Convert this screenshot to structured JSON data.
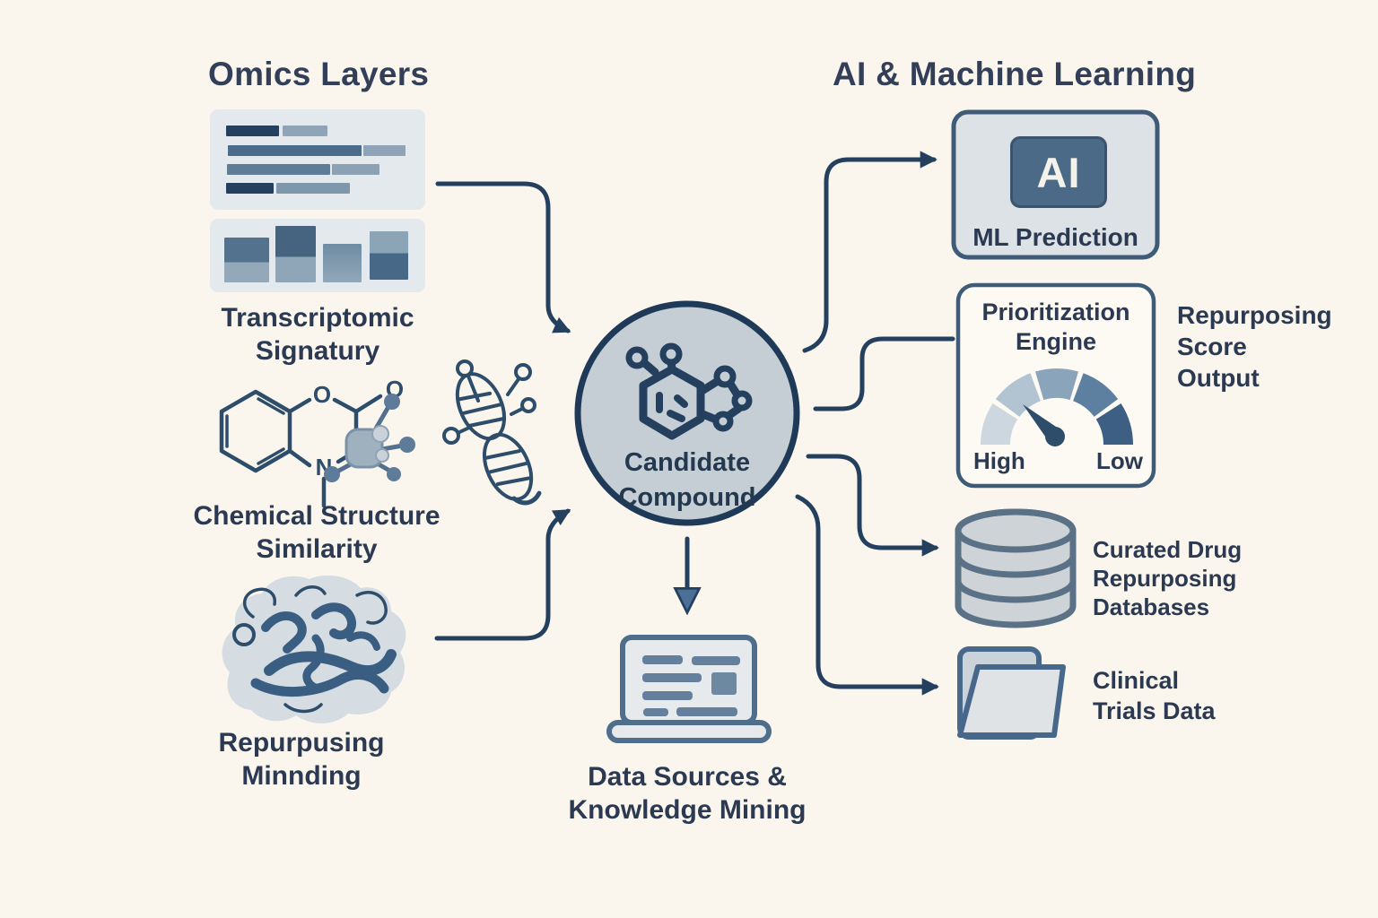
{
  "colors": {
    "background": "#faf6ed",
    "ink": "#2b3a52",
    "accent_navy": "#24405e",
    "panel_bg": "#e4e9ee",
    "circle_fill": "#c5ced4",
    "box_fill": "#dde2e7",
    "gauge_segments": [
      "#cdd7e0",
      "#b2c3d1",
      "#8aa5bb",
      "#5e80a0",
      "#3c5f83"
    ]
  },
  "left": {
    "title": "Omics Layers",
    "transcriptomic": {
      "line1": "Transcriptomic",
      "line2": "Signatury"
    },
    "chemical": {
      "line1": "Chemical Structure",
      "line2": "Similarity",
      "atom_o_ring": "O",
      "atom_o_carbonyl": "O",
      "atom_n": "N"
    },
    "proteomic": {
      "line1": "Repurpusing",
      "line2": "Minnding"
    }
  },
  "center": {
    "compound": {
      "line1": "Candidate",
      "line2": "Compound"
    },
    "data_sources": {
      "line1": "Data Sources &",
      "line2": "Knowledge Mining"
    }
  },
  "right": {
    "title": "AI & Machine Learning",
    "ml_box": {
      "chip": "AI",
      "label": "ML Prediction"
    },
    "prioritization": {
      "line1": "Prioritization",
      "line2": "Engine",
      "high": "High",
      "low": "Low"
    },
    "score_output": {
      "line1": "Repurposing",
      "line2": "Score",
      "line3": "Output"
    },
    "databases": {
      "line1": "Curated Drug",
      "line2": "Repurposing",
      "line3": "Databases"
    },
    "clinical": {
      "line1": "Clinical",
      "line2": "Trials Data"
    }
  }
}
